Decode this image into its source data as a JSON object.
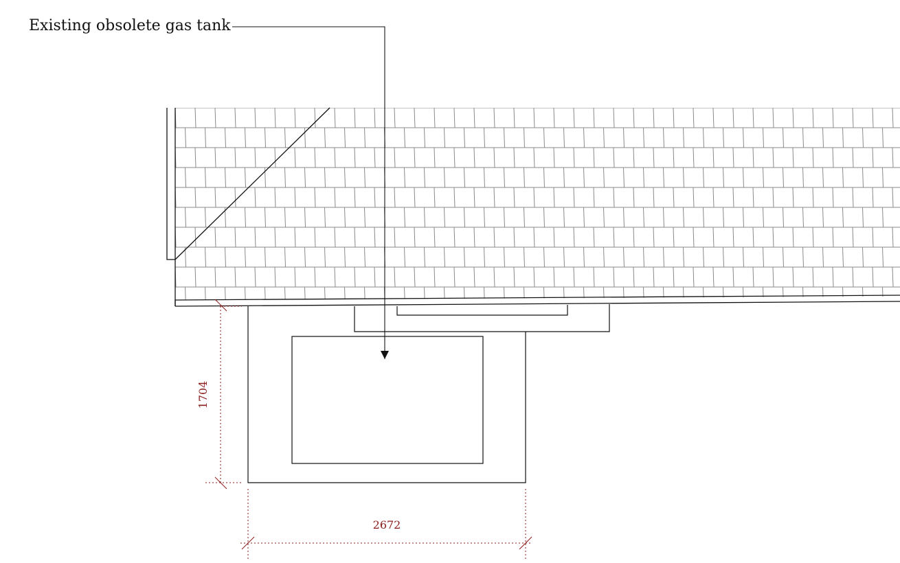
{
  "annotation": {
    "label": "Existing obsolete gas tank"
  },
  "dimensions": {
    "depth": "1704",
    "width": "2672"
  },
  "colors": {
    "line": "#111111",
    "roof_tile": "#8a8a8a",
    "dimension": "#8b1a1a",
    "background": "#ffffff"
  }
}
